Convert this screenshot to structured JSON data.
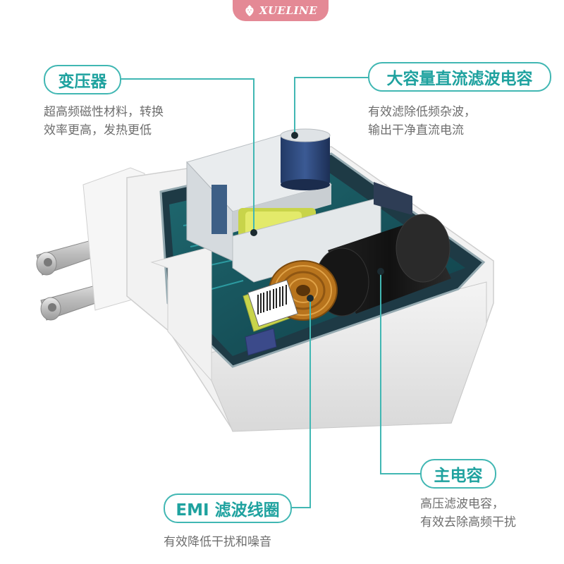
{
  "brand": {
    "name": "XUELINE",
    "icon": "strawberry-icon",
    "color": "#e48995"
  },
  "accent_color": "#41b7b3",
  "labels": {
    "transformer": {
      "title": "变压器",
      "desc": [
        "超高频磁性材料，转换",
        "效率更高，发热更低"
      ]
    },
    "filter_capacitor": {
      "title": "大容量直流滤波电容",
      "desc": [
        "有效滤除低频杂波，",
        "输出干净直流电流"
      ]
    },
    "main_capacitor": {
      "title": "主电容",
      "desc": [
        "高压滤波电容，",
        "有效去除高频干扰"
      ]
    },
    "emi_coil": {
      "title": "EMI 滤波线圈",
      "desc": [
        "有效降低干扰和噪音"
      ]
    }
  }
}
